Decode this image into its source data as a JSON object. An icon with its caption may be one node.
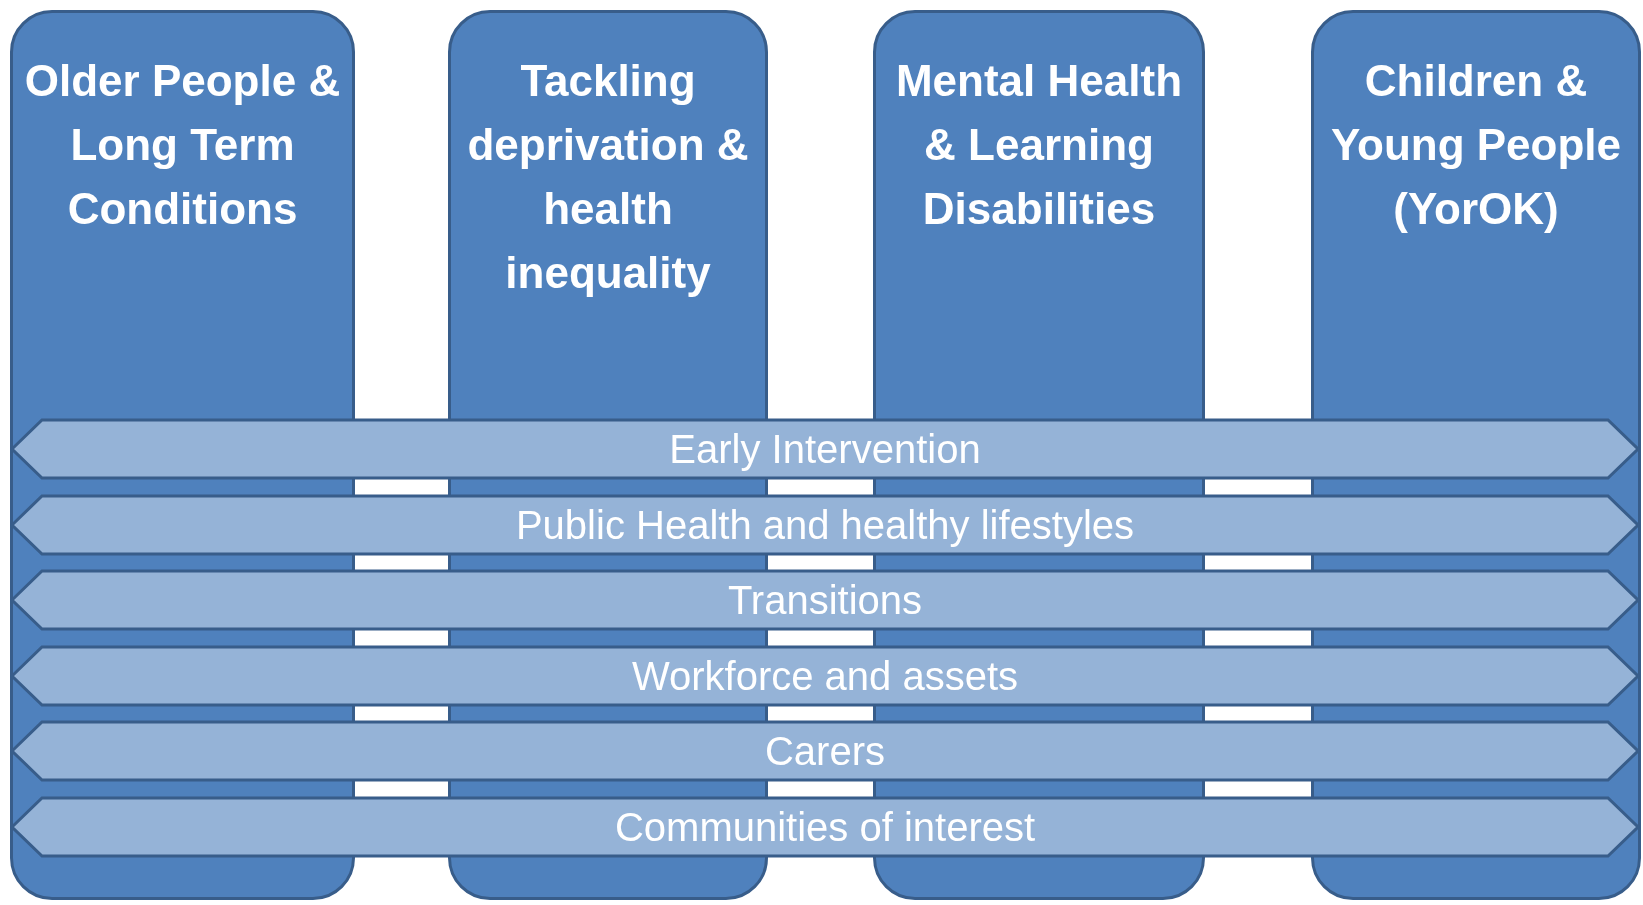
{
  "diagram": {
    "nodes": [
      {
        "text": [
          "Older People & Long Term Conditions"
        ]
      },
      {
        "text": [
          "Tackling deprivation & health inequality"
        ]
      },
      {
        "text": [
          "Mental Health & Learning Disabilities"
        ]
      },
      {
        "text": [
          "Children & Young People (YorOK)"
        ]
      },
      {
        "text": [
          "Early Intervention"
        ]
      },
      {
        "text": [
          "Public Health and healthy lifestyles"
        ]
      },
      {
        "text": [
          "Transitions"
        ]
      },
      {
        "text": [
          "Workforce and assets"
        ]
      },
      {
        "text": [
          "Carers"
        ]
      },
      {
        "text": [
          "Communities of interest"
        ]
      }
    ],
    "edges": []
  }
}
